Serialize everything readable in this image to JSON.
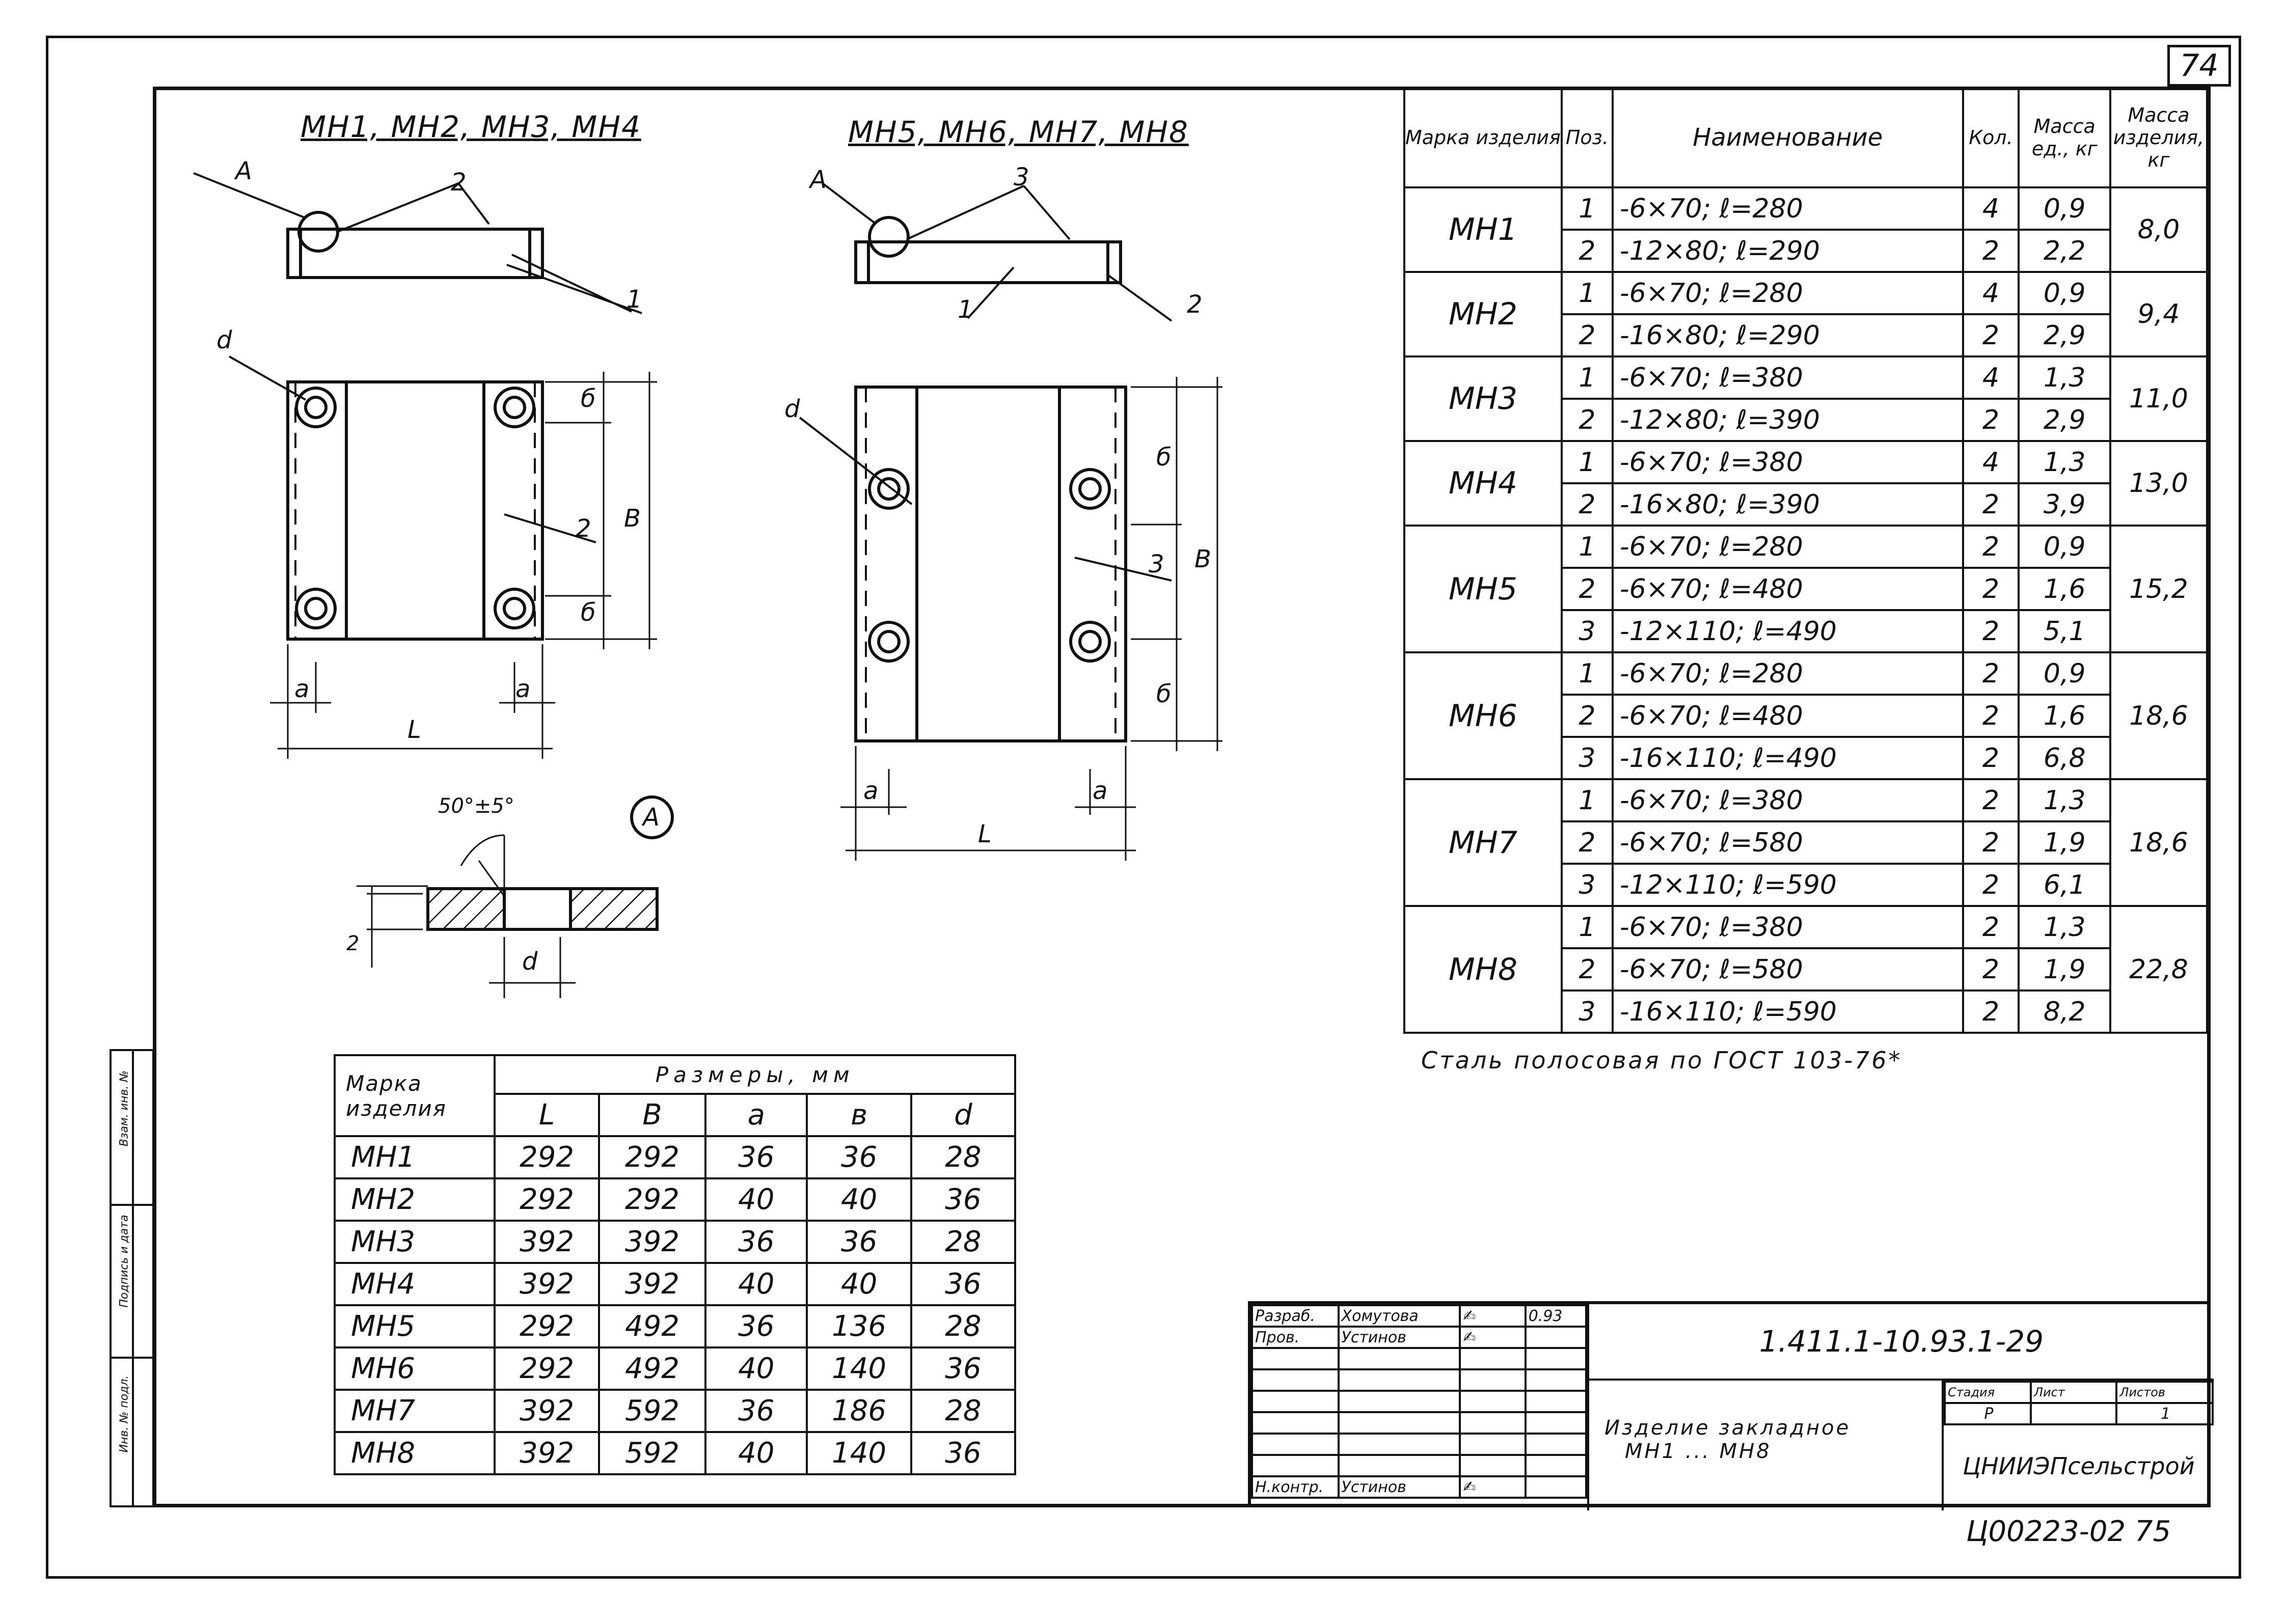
{
  "sheet_number": "74",
  "drawing_titles": [
    "МН1, МН2, МН3, МН4",
    "МН5, МН6, МН7, МН8"
  ],
  "view_labels": {
    "callout_a": "А",
    "detail_a": "А",
    "pos1": "1",
    "pos2": "2",
    "pos3": "3",
    "dim_a": "a",
    "dim_L": "L",
    "dim_b": "б",
    "dim_B": "В",
    "dim_d": "d",
    "angle": "50°±5°",
    "thick": "2"
  },
  "spec_table": {
    "headers": [
      "Марка изделия",
      "Поз.",
      "Наименование",
      "Кол.",
      "Масса ед., кг",
      "Масса изделия, кг"
    ],
    "groups": [
      {
        "mark": "МН1",
        "total": "8,0",
        "rows": [
          {
            "pos": "1",
            "name": "-6×70;  ℓ=280",
            "qty": "4",
            "mass": "0,9"
          },
          {
            "pos": "2",
            "name": "-12×80;  ℓ=290",
            "qty": "2",
            "mass": "2,2"
          }
        ]
      },
      {
        "mark": "МН2",
        "total": "9,4",
        "rows": [
          {
            "pos": "1",
            "name": "-6×70;  ℓ=280",
            "qty": "4",
            "mass": "0,9"
          },
          {
            "pos": "2",
            "name": "-16×80;  ℓ=290",
            "qty": "2",
            "mass": "2,9"
          }
        ]
      },
      {
        "mark": "МН3",
        "total": "11,0",
        "rows": [
          {
            "pos": "1",
            "name": "-6×70;  ℓ=380",
            "qty": "4",
            "mass": "1,3"
          },
          {
            "pos": "2",
            "name": "-12×80;  ℓ=390",
            "qty": "2",
            "mass": "2,9"
          }
        ]
      },
      {
        "mark": "МН4",
        "total": "13,0",
        "rows": [
          {
            "pos": "1",
            "name": "-6×70;  ℓ=380",
            "qty": "4",
            "mass": "1,3"
          },
          {
            "pos": "2",
            "name": "-16×80;  ℓ=390",
            "qty": "2",
            "mass": "3,9"
          }
        ]
      },
      {
        "mark": "МН5",
        "total": "15,2",
        "rows": [
          {
            "pos": "1",
            "name": "-6×70;  ℓ=280",
            "qty": "2",
            "mass": "0,9"
          },
          {
            "pos": "2",
            "name": "-6×70;  ℓ=480",
            "qty": "2",
            "mass": "1,6"
          },
          {
            "pos": "3",
            "name": "-12×110;  ℓ=490",
            "qty": "2",
            "mass": "5,1"
          }
        ]
      },
      {
        "mark": "МН6",
        "total": "18,6",
        "rows": [
          {
            "pos": "1",
            "name": "-6×70;  ℓ=280",
            "qty": "2",
            "mass": "0,9"
          },
          {
            "pos": "2",
            "name": "-6×70;  ℓ=480",
            "qty": "2",
            "mass": "1,6"
          },
          {
            "pos": "3",
            "name": "-16×110;  ℓ=490",
            "qty": "2",
            "mass": "6,8"
          }
        ]
      },
      {
        "mark": "МН7",
        "total": "18,6",
        "rows": [
          {
            "pos": "1",
            "name": "-6×70;  ℓ=380",
            "qty": "2",
            "mass": "1,3"
          },
          {
            "pos": "2",
            "name": "-6×70;  ℓ=580",
            "qty": "2",
            "mass": "1,9"
          },
          {
            "pos": "3",
            "name": "-12×110;  ℓ=590",
            "qty": "2",
            "mass": "6,1"
          }
        ]
      },
      {
        "mark": "МН8",
        "total": "22,8",
        "rows": [
          {
            "pos": "1",
            "name": "-6×70;  ℓ=380",
            "qty": "2",
            "mass": "1,3"
          },
          {
            "pos": "2",
            "name": "-6×70;  ℓ=580",
            "qty": "2",
            "mass": "1,9"
          },
          {
            "pos": "3",
            "name": "-16×110;  ℓ=590",
            "qty": "2",
            "mass": "8,2"
          }
        ]
      }
    ]
  },
  "steel_note": "Сталь полосовая по ГОСТ 103-76*",
  "dims_table": {
    "header_mark": "Марка изделия",
    "header_group": "Размеры, мм",
    "columns": [
      "L",
      "В",
      "a",
      "в",
      "d"
    ],
    "rows": [
      {
        "mark": "МН1",
        "vals": [
          "292",
          "292",
          "36",
          "36",
          "28"
        ]
      },
      {
        "mark": "МН2",
        "vals": [
          "292",
          "292",
          "40",
          "40",
          "36"
        ]
      },
      {
        "mark": "МН3",
        "vals": [
          "392",
          "392",
          "36",
          "36",
          "28"
        ]
      },
      {
        "mark": "МН4",
        "vals": [
          "392",
          "392",
          "40",
          "40",
          "36"
        ]
      },
      {
        "mark": "МН5",
        "vals": [
          "292",
          "492",
          "36",
          "136",
          "28"
        ]
      },
      {
        "mark": "МН6",
        "vals": [
          "292",
          "492",
          "40",
          "140",
          "36"
        ]
      },
      {
        "mark": "МН7",
        "vals": [
          "392",
          "592",
          "36",
          "186",
          "28"
        ]
      },
      {
        "mark": "МН8",
        "vals": [
          "392",
          "592",
          "40",
          "140",
          "36"
        ]
      }
    ]
  },
  "left_strip": [
    "Инв. № подл.",
    "Подпись и дата",
    "Взам. инв. №"
  ],
  "title_block": {
    "rows": [
      {
        "role": "Разраб.",
        "name": "Хомутова",
        "date": "0.93"
      },
      {
        "role": "Пров.",
        "name": "Устинов",
        "date": ""
      },
      {
        "role": "Н.контр.",
        "name": "Устинов",
        "date": ""
      }
    ],
    "code": "1.411.1-10.93.1-29",
    "description_line1": "Изделие закладное",
    "description_line2": "МН1 ... МН8",
    "stage_label": "Стадия",
    "sheet_label": "Лист",
    "sheets_label": "Листов",
    "stage": "Р",
    "sheets": "1",
    "org": "ЦНИИЭПсельстрой"
  },
  "bottom_stamp": "Ц00223-02  75"
}
